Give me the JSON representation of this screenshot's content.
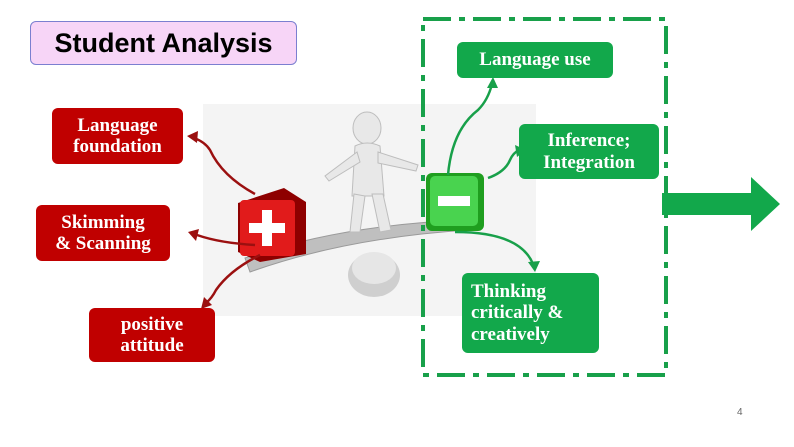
{
  "title": "Student Analysis",
  "left_items": [
    {
      "label": "Language\nfoundation"
    },
    {
      "label": "Skimming\n& Scanning"
    },
    {
      "label": "positive\nattitude"
    }
  ],
  "right_items": [
    {
      "label": "Language use"
    },
    {
      "label": "Inference;\nIntegration"
    },
    {
      "label": "Thinking\ncritically &\ncreatively"
    }
  ],
  "colors": {
    "red": "#c00000",
    "green": "#12a84b",
    "title_bg": "#f7d5f7",
    "title_border": "#7b7fd0"
  },
  "page_number": "4"
}
